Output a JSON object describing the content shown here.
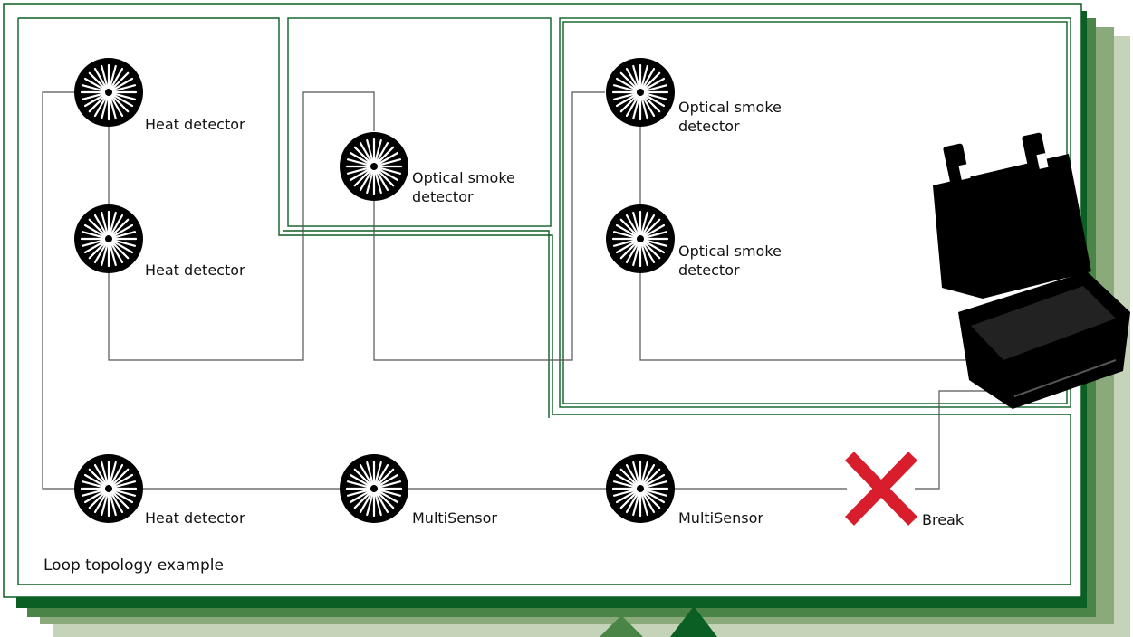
{
  "caption": "Loop topology example",
  "detector_labels": {
    "heat_1": "Heat detector",
    "heat_2": "Heat detector",
    "heat_3": "Heat detector",
    "optical_1": "Optical smoke detector",
    "optical_2": "Optical smoke detector",
    "optical_3": "Optical smoke detector",
    "multi_1": "MultiSensor",
    "multi_2": "MultiSensor"
  },
  "break_label": "Break",
  "colors": {
    "frame": "#0b5e24",
    "layer_2": "#4a8447",
    "layer_3": "#8aaa7c",
    "layer_4": "#c5d4b9",
    "break_mark": "#d81e2c",
    "detector": "#000000",
    "wire": "#555555"
  },
  "icons": {
    "detector": "detector-icon",
    "break": "break-x-icon",
    "control_panel": "control-panel-case-icon"
  }
}
